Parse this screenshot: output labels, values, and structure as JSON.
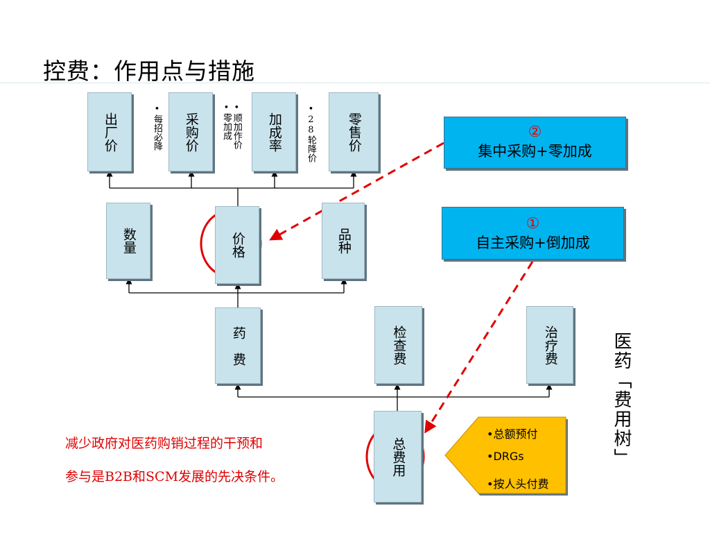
{
  "title": "控费：作用点与措施",
  "tree": {
    "level3": {
      "factory_price": "出厂价",
      "purchase_price": "采购价",
      "markup_rate": "加成率",
      "retail_price": "零售价"
    },
    "notes": {
      "bid_cut": "•每招必降",
      "zero_markup": "•顺加作价\n•零加成",
      "price_cut": "•28轮降价"
    },
    "level2": {
      "quantity": "数量",
      "price": "价格",
      "variety": "品种"
    },
    "level1": {
      "drug_fee": "药　费",
      "exam_fee": "检查费",
      "treat_fee": "治疗费"
    },
    "root": "总费用"
  },
  "callouts": {
    "c2": {
      "num": "②",
      "text": "集中采购+零加成"
    },
    "c1": {
      "num": "①",
      "text": "自主采购+倒加成"
    }
  },
  "side_label": "医药「费用树」",
  "conclusion": {
    "line1": "减少政府对医药购销过程的干预和",
    "line2": "参与是B2B和SCM发展的先决条件。"
  },
  "payment": {
    "item1": "•总额预付",
    "item2": "•DRGs",
    "item3": "•按人头付费"
  },
  "colors": {
    "box_fill": "#c9e3ec",
    "callout_fill": "#00b4f0",
    "highlight_red": "#e00000",
    "pentagon_fill": "#ffc000"
  }
}
